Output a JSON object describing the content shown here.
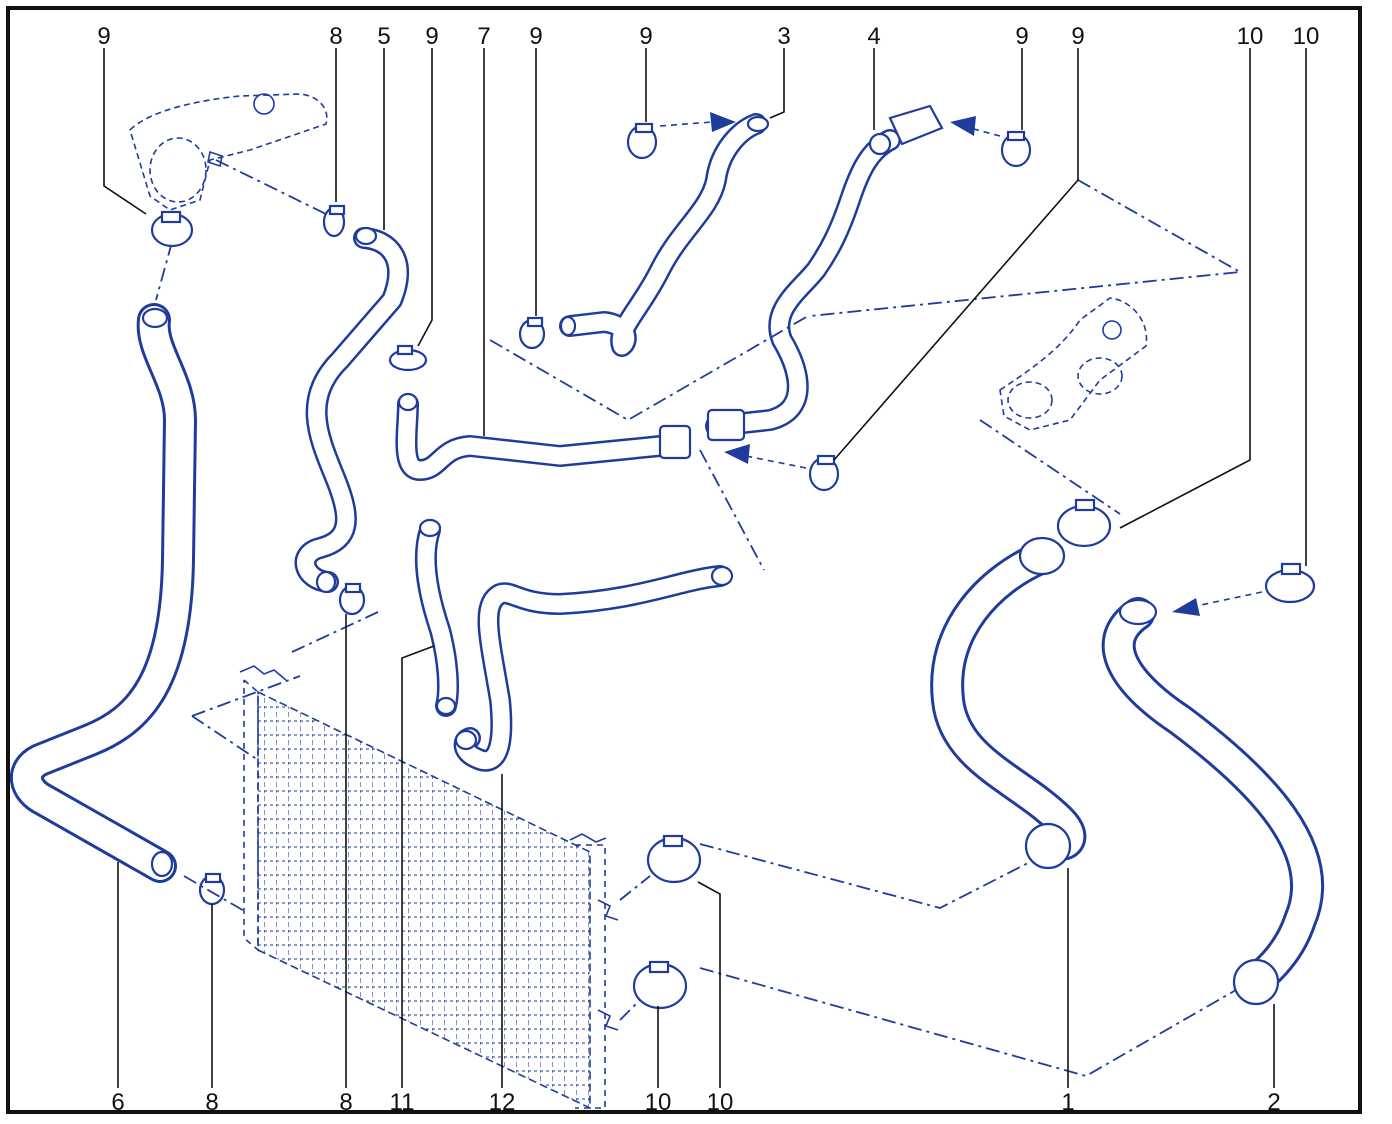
{
  "diagram": {
    "ink_color": "#1f3c9c",
    "label_color": "#111111",
    "callouts": {
      "c9a": "9",
      "c8a": "8",
      "c5": "5",
      "c9b": "9",
      "c7": "7",
      "c9c": "9",
      "c9d": "9",
      "c3": "3",
      "c4": "4",
      "c9e": "9",
      "c9f": "9",
      "c10a": "10",
      "c10b": "10",
      "b6": "6",
      "b8a": "8",
      "b8b": "8",
      "b11": "11",
      "b12": "12",
      "b10a": "10",
      "b10b": "10",
      "b1": "1",
      "b2": "2"
    }
  }
}
